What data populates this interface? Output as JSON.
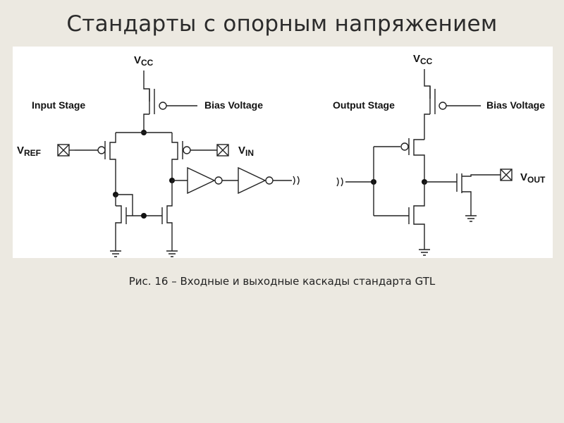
{
  "slide": {
    "title": "Стандарты с опорным напряжением",
    "caption": "Рис. 16 – Входные и выходные каскады стандарта GTL"
  },
  "diagram": {
    "input_stage": {
      "label": "Input Stage",
      "vcc_main": "V",
      "vcc_sub": "CC",
      "bias_label": "Bias Voltage",
      "vref_main": "V",
      "vref_sub": "REF",
      "vin_main": "V",
      "vin_sub": "IN"
    },
    "output_stage": {
      "label": "Output Stage",
      "vcc_main": "V",
      "vcc_sub": "CC",
      "bias_label": "Bias Voltage",
      "vout_main": "V",
      "vout_sub": "OUT"
    }
  }
}
